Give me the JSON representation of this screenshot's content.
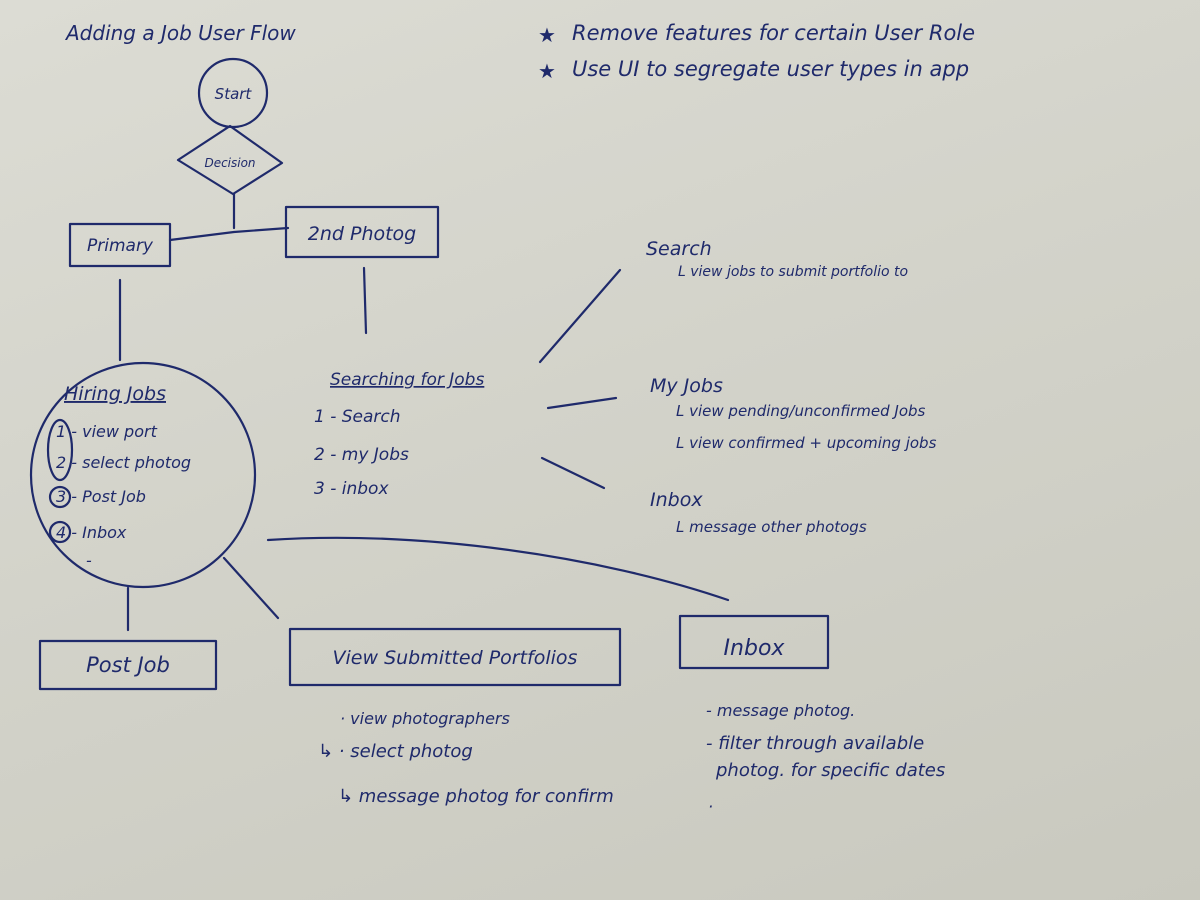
{
  "title": "Adding a Job User Flow",
  "notes": [
    "Remove features for certain User Role",
    "Use UI to segregate user types in app"
  ],
  "nodes": {
    "start": "Start",
    "decision": "Decision",
    "primary": "Primary",
    "second_photog": "2nd Photog",
    "post_job": "Post Job",
    "view_submitted": "View Submitted Portfolios",
    "inbox_box": "Inbox"
  },
  "hiring_jobs": {
    "heading": "Hiring Jobs",
    "items": [
      "1 - view port",
      "2 - select photog",
      "3 - Post Job",
      "4 - Inbox",
      "-"
    ]
  },
  "searching_jobs": {
    "heading": "Searching for Jobs",
    "items": [
      "1 - Search",
      "2 - my Jobs",
      "3 - inbox"
    ]
  },
  "branches": {
    "search": {
      "heading": "Search",
      "items": [
        "L view jobs to submit portfolio to"
      ]
    },
    "my_jobs": {
      "heading": "My Jobs",
      "items": [
        "L view pending/unconfirmed Jobs",
        "L view confirmed + upcoming jobs"
      ]
    },
    "inbox": {
      "heading": "Inbox",
      "items": [
        "L message other photogs"
      ]
    }
  },
  "portfolio_notes": [
    "· view photographers",
    "↳ · select photog",
    "↳ message photog for confirm"
  ],
  "inbox_notes": [
    "- message photog.",
    "- filter through available",
    "photog. for specific dates",
    "·"
  ]
}
